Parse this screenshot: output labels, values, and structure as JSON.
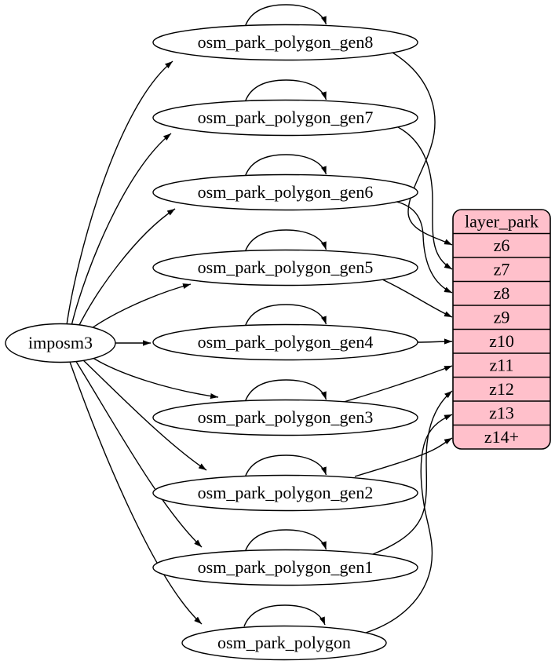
{
  "diagram": {
    "kind": "graphviz-etl-flow",
    "source_node": {
      "label": "imposm3"
    },
    "tables": [
      {
        "id": "gen8",
        "label": "osm_park_polygon_gen8"
      },
      {
        "id": "gen7",
        "label": "osm_park_polygon_gen7"
      },
      {
        "id": "gen6",
        "label": "osm_park_polygon_gen6"
      },
      {
        "id": "gen5",
        "label": "osm_park_polygon_gen5"
      },
      {
        "id": "gen4",
        "label": "osm_park_polygon_gen4"
      },
      {
        "id": "gen3",
        "label": "osm_park_polygon_gen3"
      },
      {
        "id": "gen2",
        "label": "osm_park_polygon_gen2"
      },
      {
        "id": "gen1",
        "label": "osm_park_polygon_gen1"
      },
      {
        "id": "polygon",
        "label": "osm_park_polygon"
      }
    ],
    "layer_record": {
      "title": "layer_park",
      "rows": [
        {
          "label": "z6"
        },
        {
          "label": "z7"
        },
        {
          "label": "z8"
        },
        {
          "label": "z9"
        },
        {
          "label": "z10"
        },
        {
          "label": "z11"
        },
        {
          "label": "z12"
        },
        {
          "label": "z13"
        },
        {
          "label": "z14+"
        }
      ]
    },
    "edges": {
      "from_source": [
        "osm_park_polygon_gen8",
        "osm_park_polygon_gen7",
        "osm_park_polygon_gen6",
        "osm_park_polygon_gen5",
        "osm_park_polygon_gen4",
        "osm_park_polygon_gen3",
        "osm_park_polygon_gen2",
        "osm_park_polygon_gen1",
        "osm_park_polygon"
      ],
      "self_loops": [
        "osm_park_polygon_gen8",
        "osm_park_polygon_gen7",
        "osm_park_polygon_gen6",
        "osm_park_polygon_gen5",
        "osm_park_polygon_gen4",
        "osm_park_polygon_gen3",
        "osm_park_polygon_gen2",
        "osm_park_polygon_gen1",
        "osm_park_polygon"
      ],
      "to_layer_rows": [
        {
          "from": "osm_park_polygon_gen8",
          "to": "z6"
        },
        {
          "from": "osm_park_polygon_gen7",
          "to": "z7"
        },
        {
          "from": "osm_park_polygon_gen6",
          "to": "z8"
        },
        {
          "from": "osm_park_polygon_gen5",
          "to": "z9"
        },
        {
          "from": "osm_park_polygon_gen4",
          "to": "z10"
        },
        {
          "from": "osm_park_polygon_gen3",
          "to": "z11"
        },
        {
          "from": "osm_park_polygon_gen1",
          "to": "z12"
        },
        {
          "from": "osm_park_polygon",
          "to": "z13"
        },
        {
          "from": "osm_park_polygon_gen2",
          "to": "z14+"
        }
      ]
    }
  },
  "colors": {
    "layer_fill": "#ffc0cb",
    "stroke": "#000000",
    "node_fill": "#ffffff",
    "background": "#ffffff"
  }
}
